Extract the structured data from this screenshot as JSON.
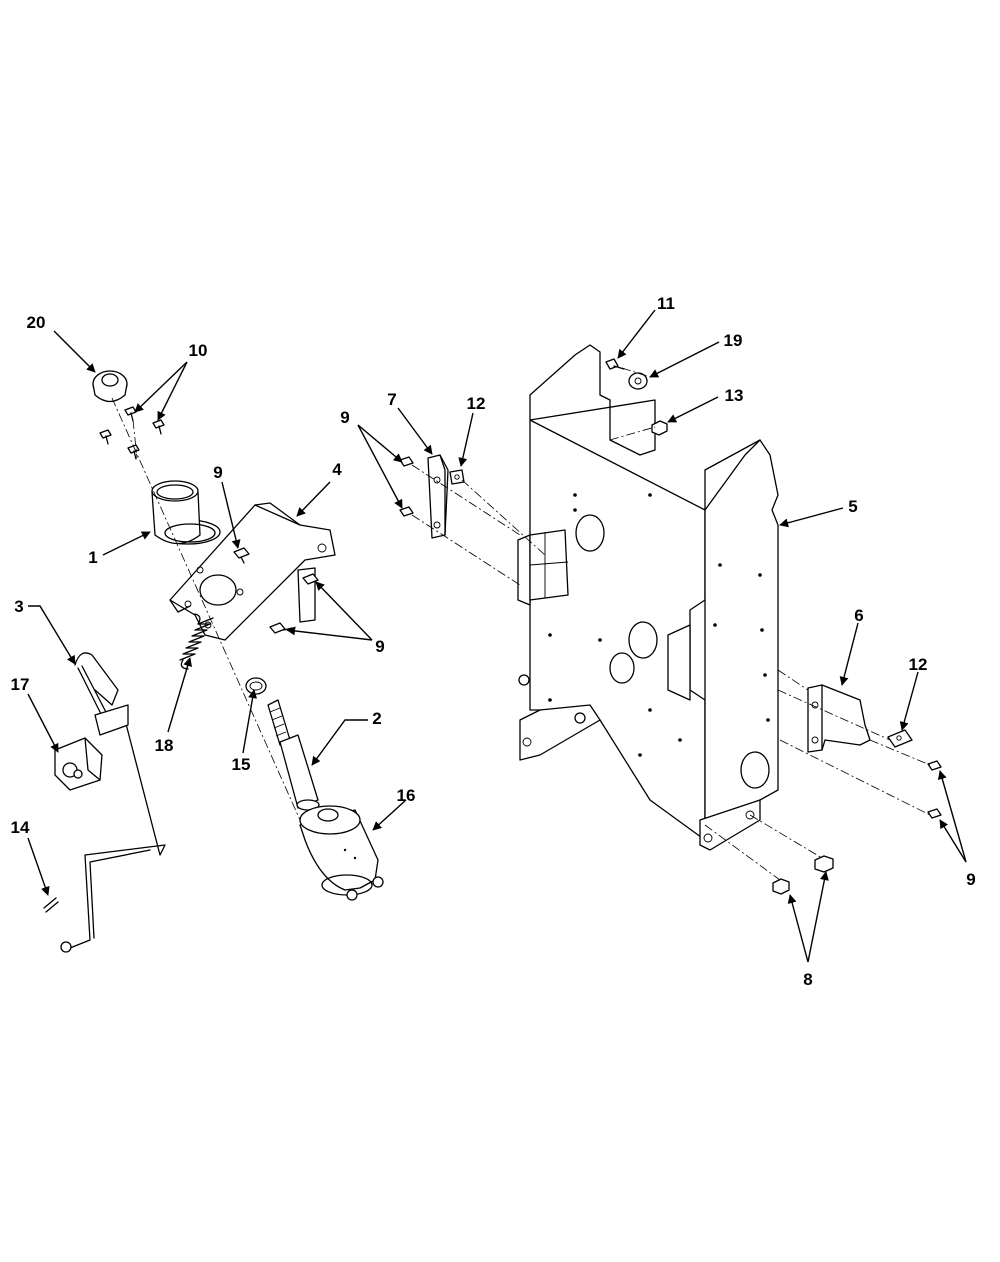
{
  "callouts": {
    "c1": "1",
    "c2": "2",
    "c3": "3",
    "c4": "4",
    "c5": "5",
    "c6": "6",
    "c7": "7",
    "c8": "8",
    "c9a": "9",
    "c9b": "9",
    "c9c": "9",
    "c9d": "9",
    "c10": "10",
    "c11": "11",
    "c12a": "12",
    "c12b": "12",
    "c13": "13",
    "c14": "14",
    "c15": "15",
    "c16": "16",
    "c17": "17",
    "c18": "18",
    "c19": "19",
    "c20": "20"
  }
}
